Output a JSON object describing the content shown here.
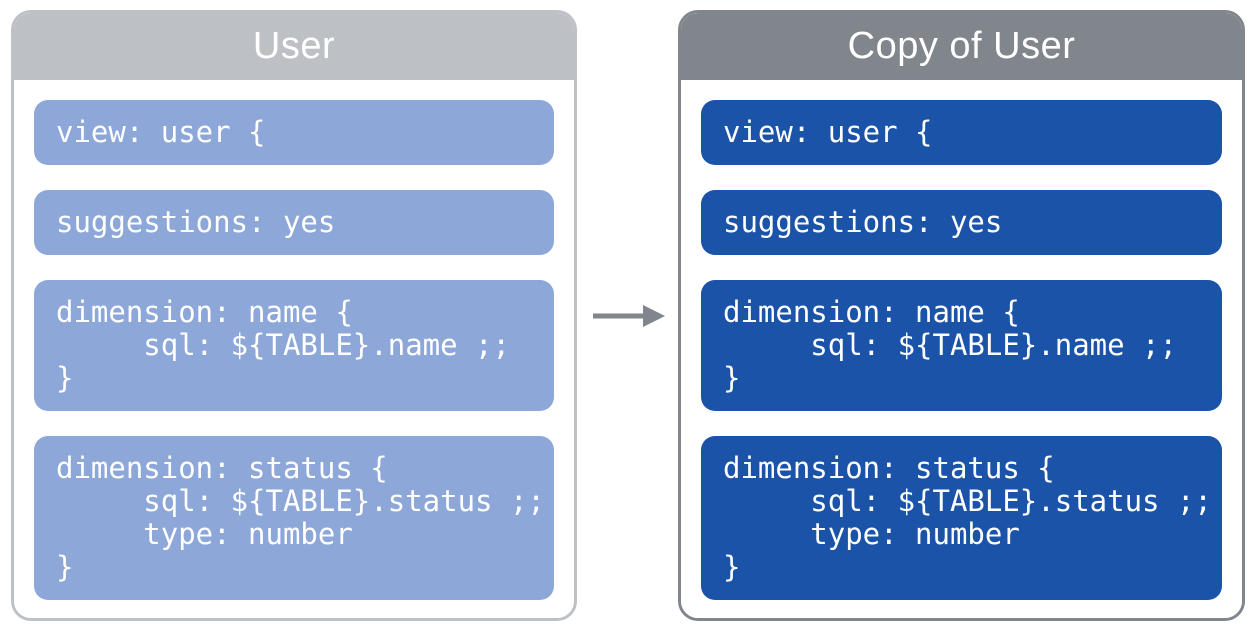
{
  "colors": {
    "left_header": "#BDC1C6",
    "right_header": "#80868B",
    "left_block": "#8CA7D8",
    "right_block": "#1A53A8",
    "arrow": "#80868B",
    "text": "#FFFFFF"
  },
  "panels": [
    {
      "title": "User",
      "blocks": [
        {
          "lines": [
            "view: user {"
          ]
        },
        {
          "lines": [
            "suggestions: yes"
          ]
        },
        {
          "lines": [
            "dimension: name {",
            "     sql: ${TABLE}.name ;;",
            "}"
          ]
        },
        {
          "lines": [
            "dimension: status {",
            "     sql: ${TABLE}.status ;;",
            "     type: number",
            "}"
          ]
        }
      ]
    },
    {
      "title": "Copy of User",
      "blocks": [
        {
          "lines": [
            "view: user {"
          ]
        },
        {
          "lines": [
            "suggestions: yes"
          ]
        },
        {
          "lines": [
            "dimension: name {",
            "     sql: ${TABLE}.name ;;",
            "}"
          ]
        },
        {
          "lines": [
            "dimension: status {",
            "     sql: ${TABLE}.status ;;",
            "     type: number",
            "}"
          ]
        }
      ]
    }
  ],
  "arrow": {
    "meaning": "copy-transform-arrow"
  }
}
